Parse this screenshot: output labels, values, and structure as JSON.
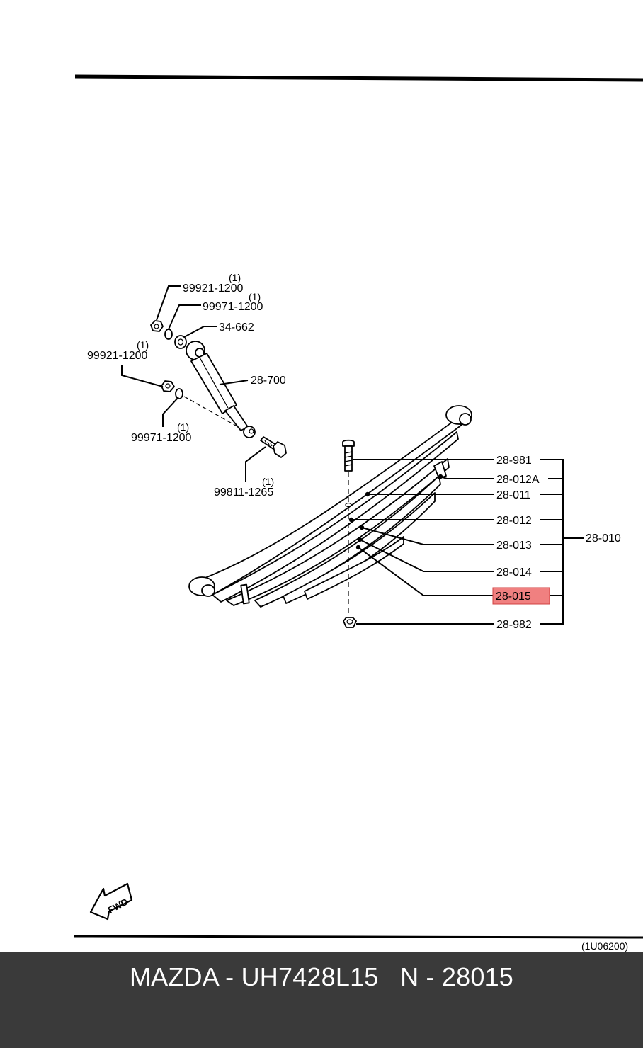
{
  "diagram": {
    "labels": {
      "nut_top": "99921-1200",
      "nut_top_qty": "(1)",
      "washer_top": "99971-1200",
      "washer_top_qty": "(1)",
      "bushing": "34-662",
      "shock": "28-700",
      "nut_left": "99921-1200",
      "nut_left_qty": "(1)",
      "washer_left": "99971-1200",
      "washer_left_qty": "(1)",
      "bolt": "99811-1265",
      "bolt_qty": "(1)",
      "center_bolt": "28-981",
      "leaf_012a": "28-012A",
      "leaf_011": "28-011",
      "leaf_012": "28-012",
      "leaf_013": "28-013",
      "leaf_014": "28-014",
      "leaf_015": "28-015",
      "center_nut": "28-982",
      "spring_assembly": "28-010"
    },
    "highlighted_part": "28-015",
    "highlight_color": "#f08080",
    "fwd_text": "FWD",
    "diagram_code": "(1U06200)"
  },
  "footer": {
    "title": "MAZDA - UH7428L15   N - 28015",
    "background": "#3a3a3a"
  }
}
